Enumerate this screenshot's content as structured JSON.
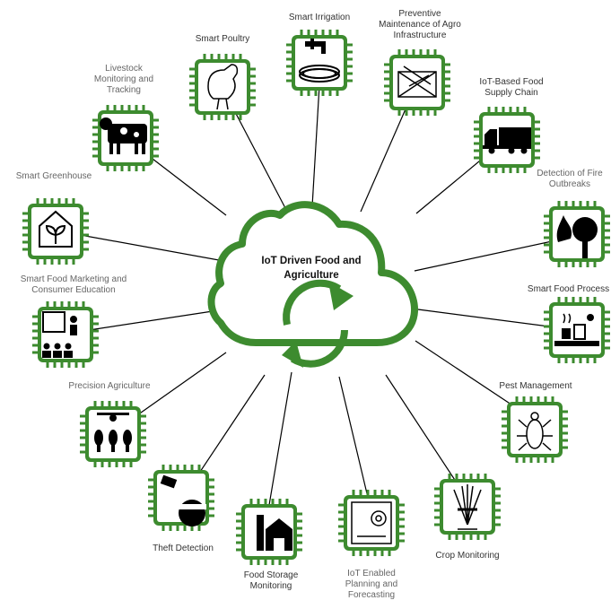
{
  "center": {
    "title": "IoT Driven Food and Agriculture"
  },
  "colors": {
    "chip_green": "#3d8b2f",
    "line": "#000000",
    "label_text": "#333333",
    "label_text_gray": "#666666"
  },
  "nodes": [
    {
      "label": "Smart Irrigation",
      "icon": "faucet-hose-icon"
    },
    {
      "label": "Preventive Maintenance of Agro Infrastructure",
      "icon": "damaged-structure-icon"
    },
    {
      "label": "IoT-Based Food Supply Chain",
      "icon": "truck-icon"
    },
    {
      "label": "Detection of Fire Outbreaks",
      "icon": "tree-fire-icon"
    },
    {
      "label": "Smart Food Process",
      "icon": "food-processing-icon"
    },
    {
      "label": "Pest Management",
      "icon": "beetle-icon"
    },
    {
      "label": "Crop Monitoring",
      "icon": "wheat-sheaf-icon"
    },
    {
      "label": "IoT Enabled Planning and Forecasting",
      "icon": "blueprint-gear-icon"
    },
    {
      "label": "Food Storage Monitoring",
      "icon": "barn-silo-icon"
    },
    {
      "label": "Theft Detection",
      "icon": "camera-thief-icon"
    },
    {
      "label": "Precision Agriculture",
      "icon": "drone-trees-icon"
    },
    {
      "label": "Smart Food Marketing and Consumer Education",
      "icon": "presentation-icon"
    },
    {
      "label": "Smart Greenhouse",
      "icon": "greenhouse-plant-icon"
    },
    {
      "label": "Livestock Monitoring and Tracking",
      "icon": "cow-icon"
    },
    {
      "label": "Smart Poultry",
      "icon": "hen-icon"
    }
  ]
}
